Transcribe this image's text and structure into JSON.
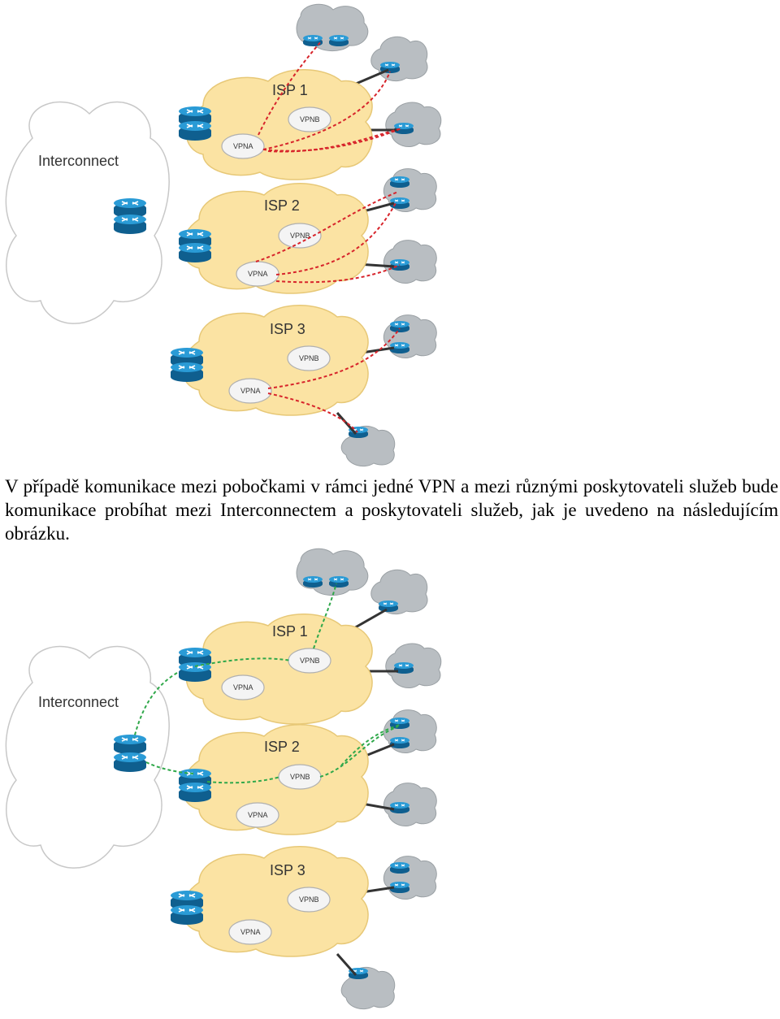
{
  "paragraph": "V případě komunikace mezi pobočkami v rámci jedné VPN a mezi různými poskytovateli služeb bude komunikace probíhat mezi Interconnectem a poskytovateli služeb, jak je uvedeno na následujícím obrázku.",
  "labels": {
    "interconnect": "Interconnect",
    "isp1": "ISP 1",
    "isp2": "ISP 2",
    "isp3": "ISP 3",
    "vpna": "VPNA",
    "vpnb": "VPNB"
  },
  "colors": {
    "isp_cloud": "#FBE3A3",
    "interconnect_cloud": "#FFFFFF",
    "site_cloud": "#B9BEC2",
    "router": "#1B88C4",
    "vpn_a_path": "#D7242B",
    "vpn_b_path": "#2FA84A"
  },
  "icons": {
    "router": "router-icon",
    "cloud": "cloud-icon"
  }
}
